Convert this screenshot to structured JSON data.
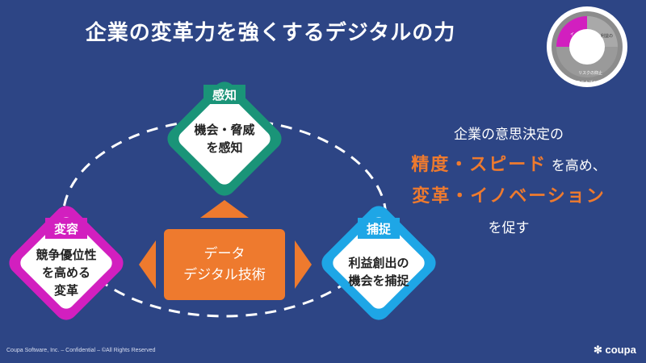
{
  "title": "企業の変革力を強くするデジタルの力",
  "nodes": {
    "sense": {
      "tag": "感知",
      "line1": "機会・脅威",
      "line2": "を感知",
      "color": "#1a9478"
    },
    "transform": {
      "tag": "変容",
      "line1": "競争優位性",
      "line2": "を高める",
      "line3": "変革",
      "color": "#d21fbf"
    },
    "seize": {
      "tag": "捕捉",
      "line1": "利益創出の",
      "line2": "機会を捕捉",
      "color": "#1ea6e6"
    }
  },
  "center": {
    "line1": "データ",
    "line2": "デジタル技術",
    "color": "#ee7a2e"
  },
  "message": {
    "line1": "企業の意思決定の",
    "highlight1": "精度・スピード",
    "line2_suffix": "を高め、",
    "highlight2": "変革・イノベーション",
    "line4": "を促す"
  },
  "ring": {
    "segment_innovation": "イノベーションの創出",
    "segment_profit": "利益の確保",
    "segment_risk": "リスクの抑止",
    "segment_sustain": "サステナブルな社会の実現",
    "accent_color": "#d21fbf"
  },
  "footer": "Coupa Software, Inc. – Confidential – ©All Rights Reserved",
  "logo": "coupa"
}
